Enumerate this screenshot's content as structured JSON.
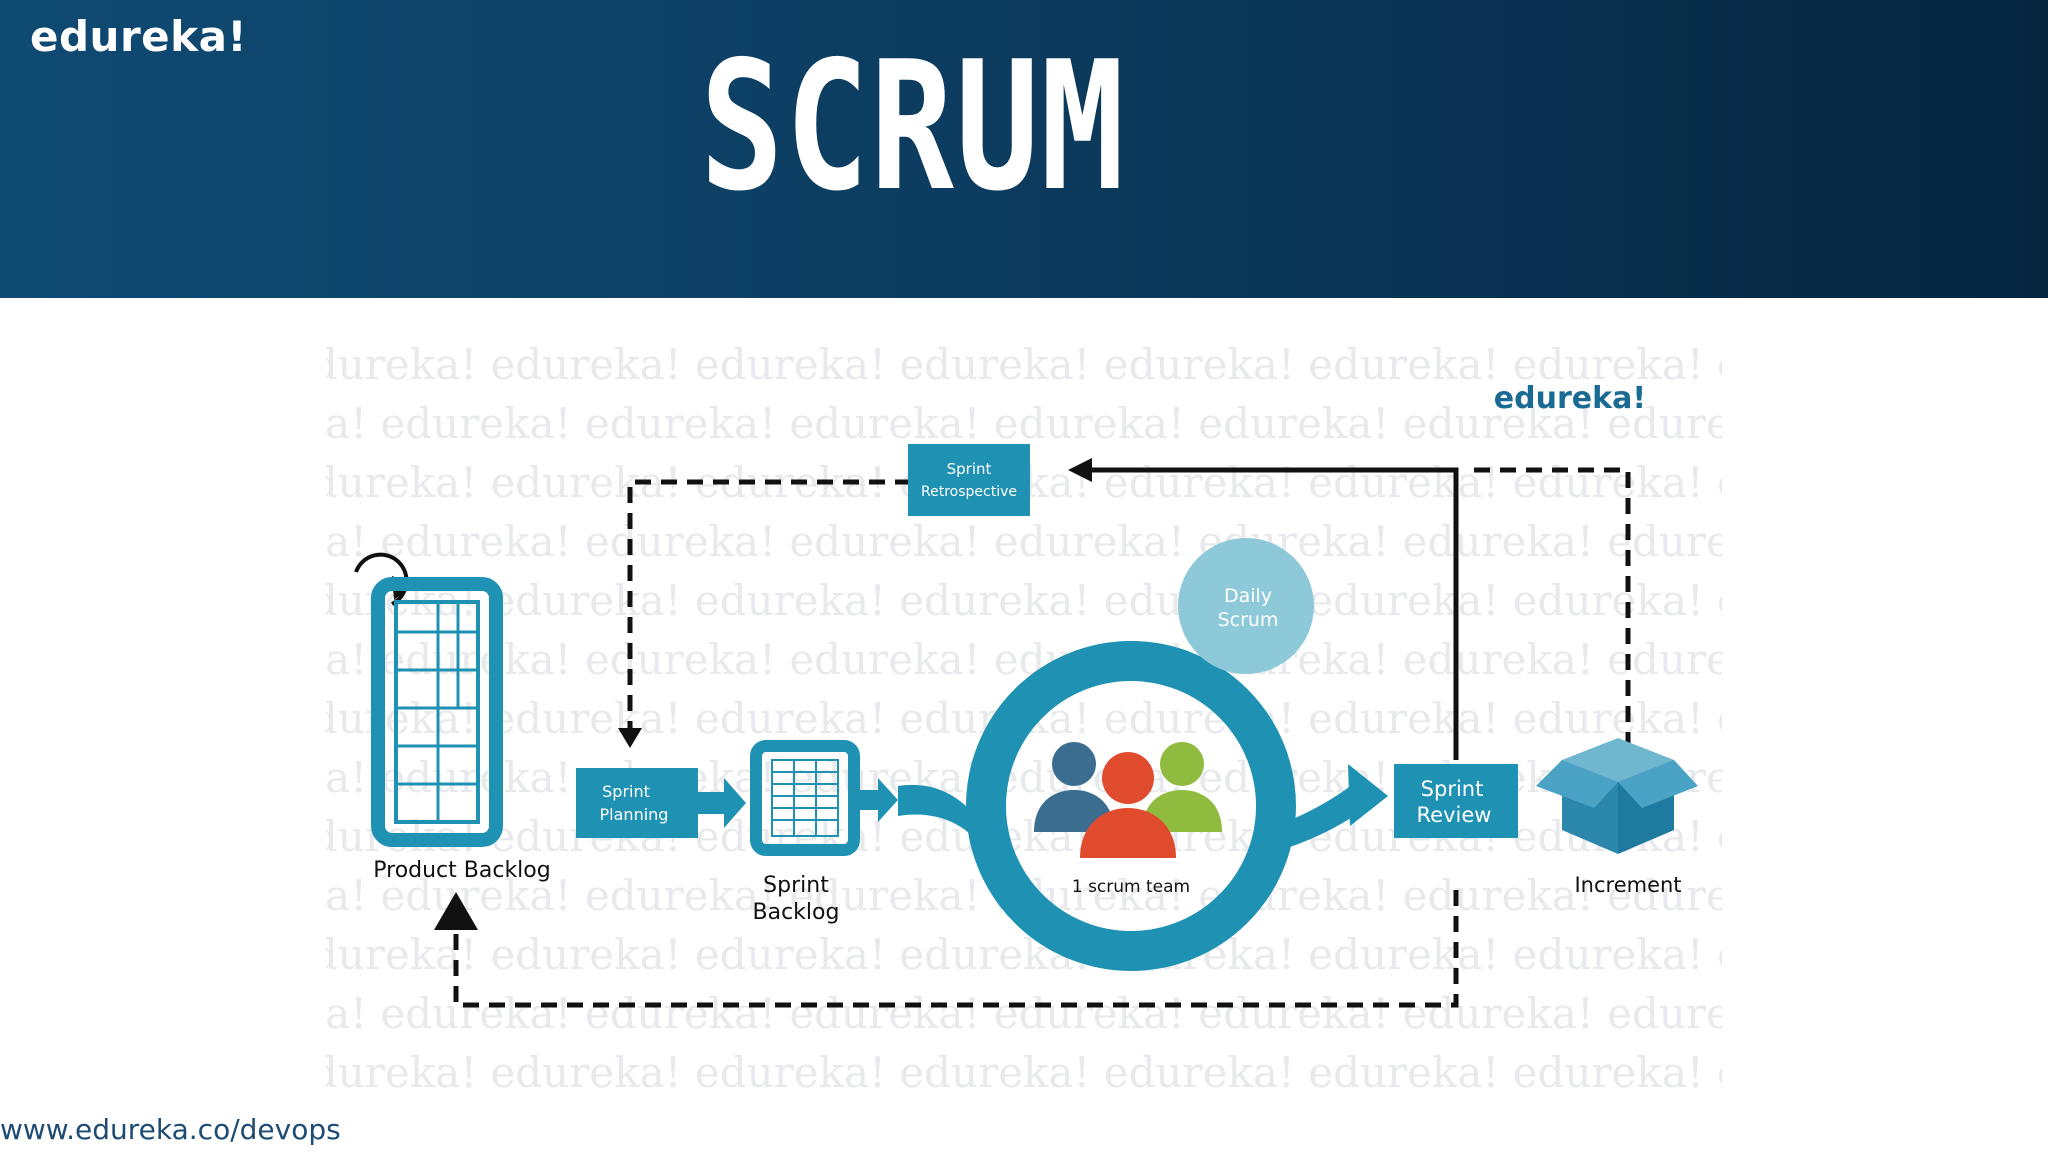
{
  "header": {
    "brand": "edureka!",
    "title": "SCRUM"
  },
  "diagram": {
    "watermark_text": "edureka!",
    "brand_tag": "edureka!",
    "product_backlog": "Product Backlog",
    "sprint_planning": [
      "Sprint",
      "Planning"
    ],
    "sprint_backlog": [
      "Sprint",
      "Backlog"
    ],
    "sprint_retrospective": [
      "Sprint",
      "Retrospective"
    ],
    "daily_scrum": [
      "Daily",
      "Scrum"
    ],
    "scrum_team": "1 scrum team",
    "sprint_review": [
      "Sprint",
      "Review"
    ],
    "increment": "Increment",
    "colors": {
      "teal": "#1f91b3",
      "teal_light": "#8ec9da",
      "person_blue": "#3a6d8f",
      "person_red": "#e14b2d",
      "person_green": "#8fbc3f"
    }
  },
  "footer": {
    "url": "www.edureka.co/devops"
  }
}
